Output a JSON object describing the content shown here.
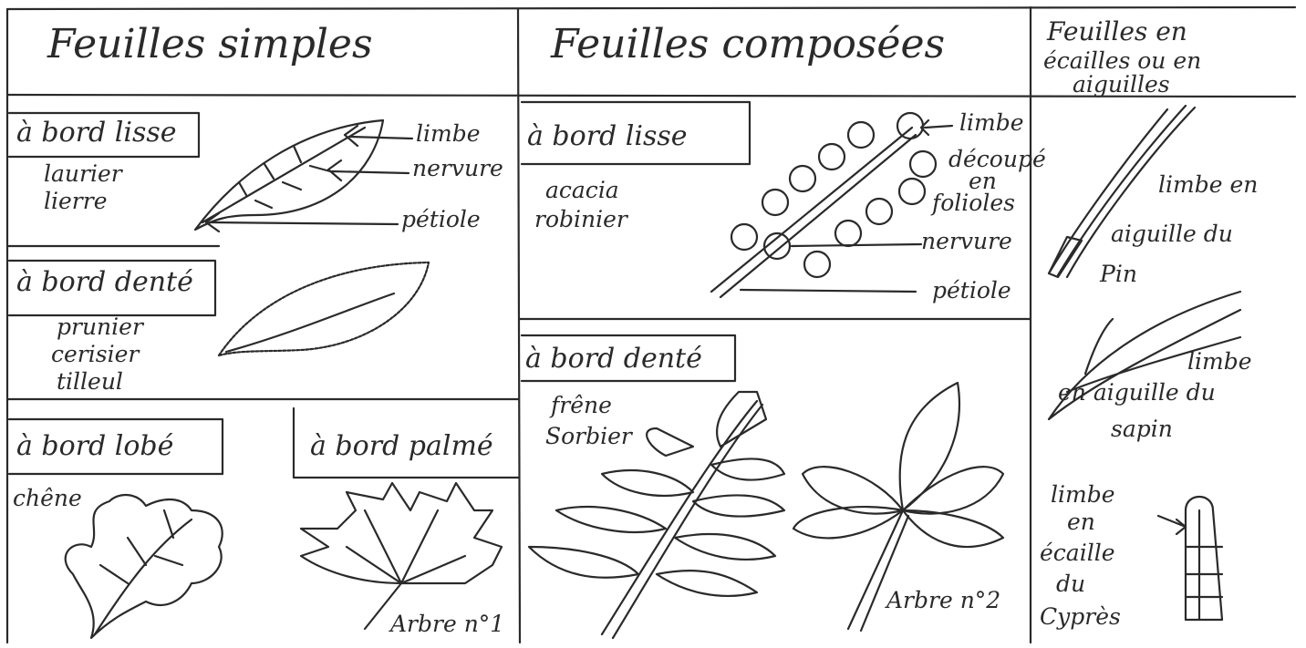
{
  "columns": {
    "simple": {
      "title": "Feuilles simples",
      "lisse": {
        "label": "à bord lisse",
        "examples": [
          "laurier",
          "lierre"
        ],
        "parts": [
          "limbe",
          "nervure",
          "pétiole"
        ]
      },
      "dente": {
        "label": "à bord denté",
        "examples": [
          "prunier",
          "cerisier",
          "tilleul"
        ]
      },
      "lobe": {
        "label": "à bord lobé",
        "examples": [
          "chêne"
        ]
      },
      "palme": {
        "label": "à bord palmé",
        "tag": "Arbre n°1"
      }
    },
    "composee": {
      "title": "Feuilles composées",
      "lisse": {
        "label": "à bord lisse",
        "examples": [
          "acacia",
          "robinier"
        ],
        "parts": [
          "limbe",
          "découpé",
          "en",
          "folioles",
          "nervure",
          "pétiole"
        ]
      },
      "dente": {
        "label": "à bord denté",
        "examples": [
          "frêne",
          "Sorbier"
        ],
        "tag": "Arbre n°2"
      }
    },
    "ecailles": {
      "title_lines": [
        "Feuilles en",
        "écailles ou en",
        "aiguilles"
      ],
      "pin": [
        "limbe en",
        "aiguille du",
        "Pin"
      ],
      "sapin": [
        "limbe",
        "en aiguille du",
        "sapin"
      ],
      "cypres": [
        "limbe",
        "en",
        "écaille",
        "du",
        "Cyprès"
      ]
    }
  }
}
